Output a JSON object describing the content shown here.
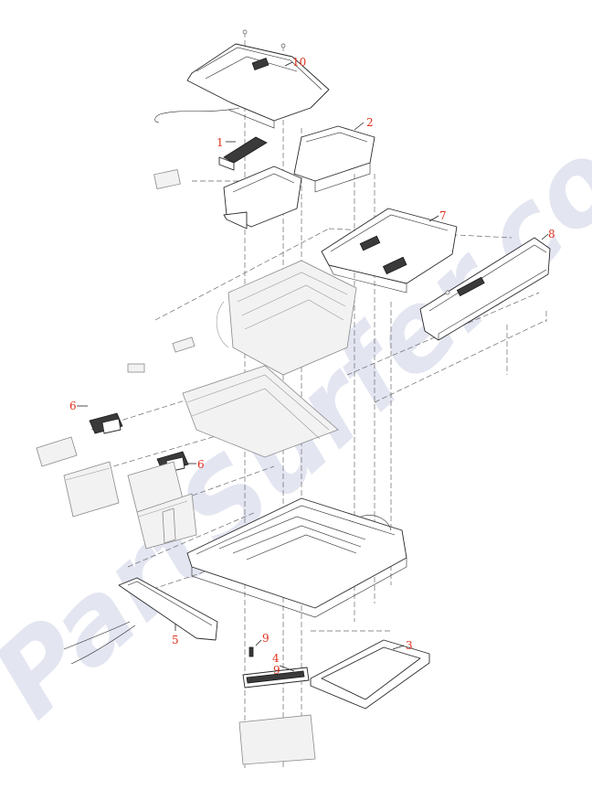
{
  "watermark": {
    "text": "PartSurfer.com"
  },
  "callouts": [
    {
      "id": "callout-10",
      "label": "10"
    },
    {
      "id": "callout-2",
      "label": "2"
    },
    {
      "id": "callout-1",
      "label": "1"
    },
    {
      "id": "callout-7",
      "label": "7"
    },
    {
      "id": "callout-8",
      "label": "8"
    },
    {
      "id": "callout-6a",
      "label": "6"
    },
    {
      "id": "callout-6b",
      "label": "6"
    },
    {
      "id": "callout-5",
      "label": "5"
    },
    {
      "id": "callout-9a",
      "label": "9"
    },
    {
      "id": "callout-4",
      "label": "4"
    },
    {
      "id": "callout-9b",
      "label": "9"
    },
    {
      "id": "callout-3",
      "label": "3"
    }
  ],
  "colors": {
    "callout": "#e0301e",
    "watermark": "#cdd0e6",
    "line": "#2a2a2a"
  }
}
